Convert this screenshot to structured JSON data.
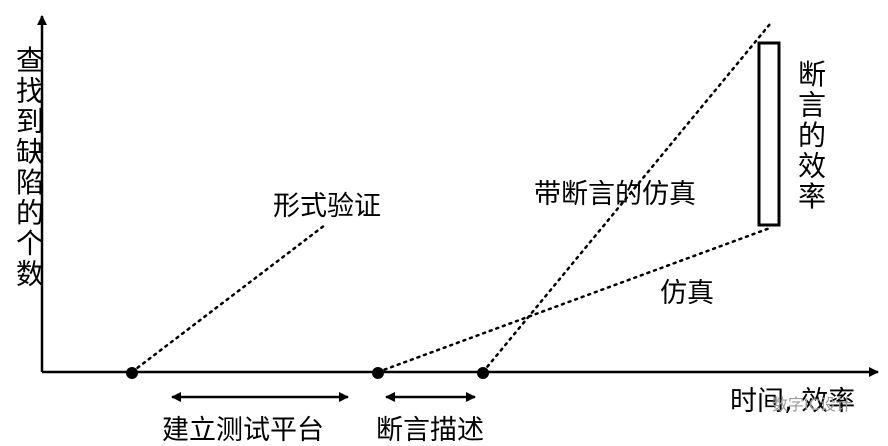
{
  "diagram": {
    "y_axis_label": "查找到缺陷的个数",
    "x_axis_label": "时间, 效率",
    "lines": {
      "formal": "形式验证",
      "assert_sim": "带断言的仿真",
      "sim": "仿真"
    },
    "box_label": "断言的效率",
    "spans": {
      "testbench": "建立测试平台",
      "assertion": "断言描述"
    },
    "watermark": "数字IC设计"
  }
}
